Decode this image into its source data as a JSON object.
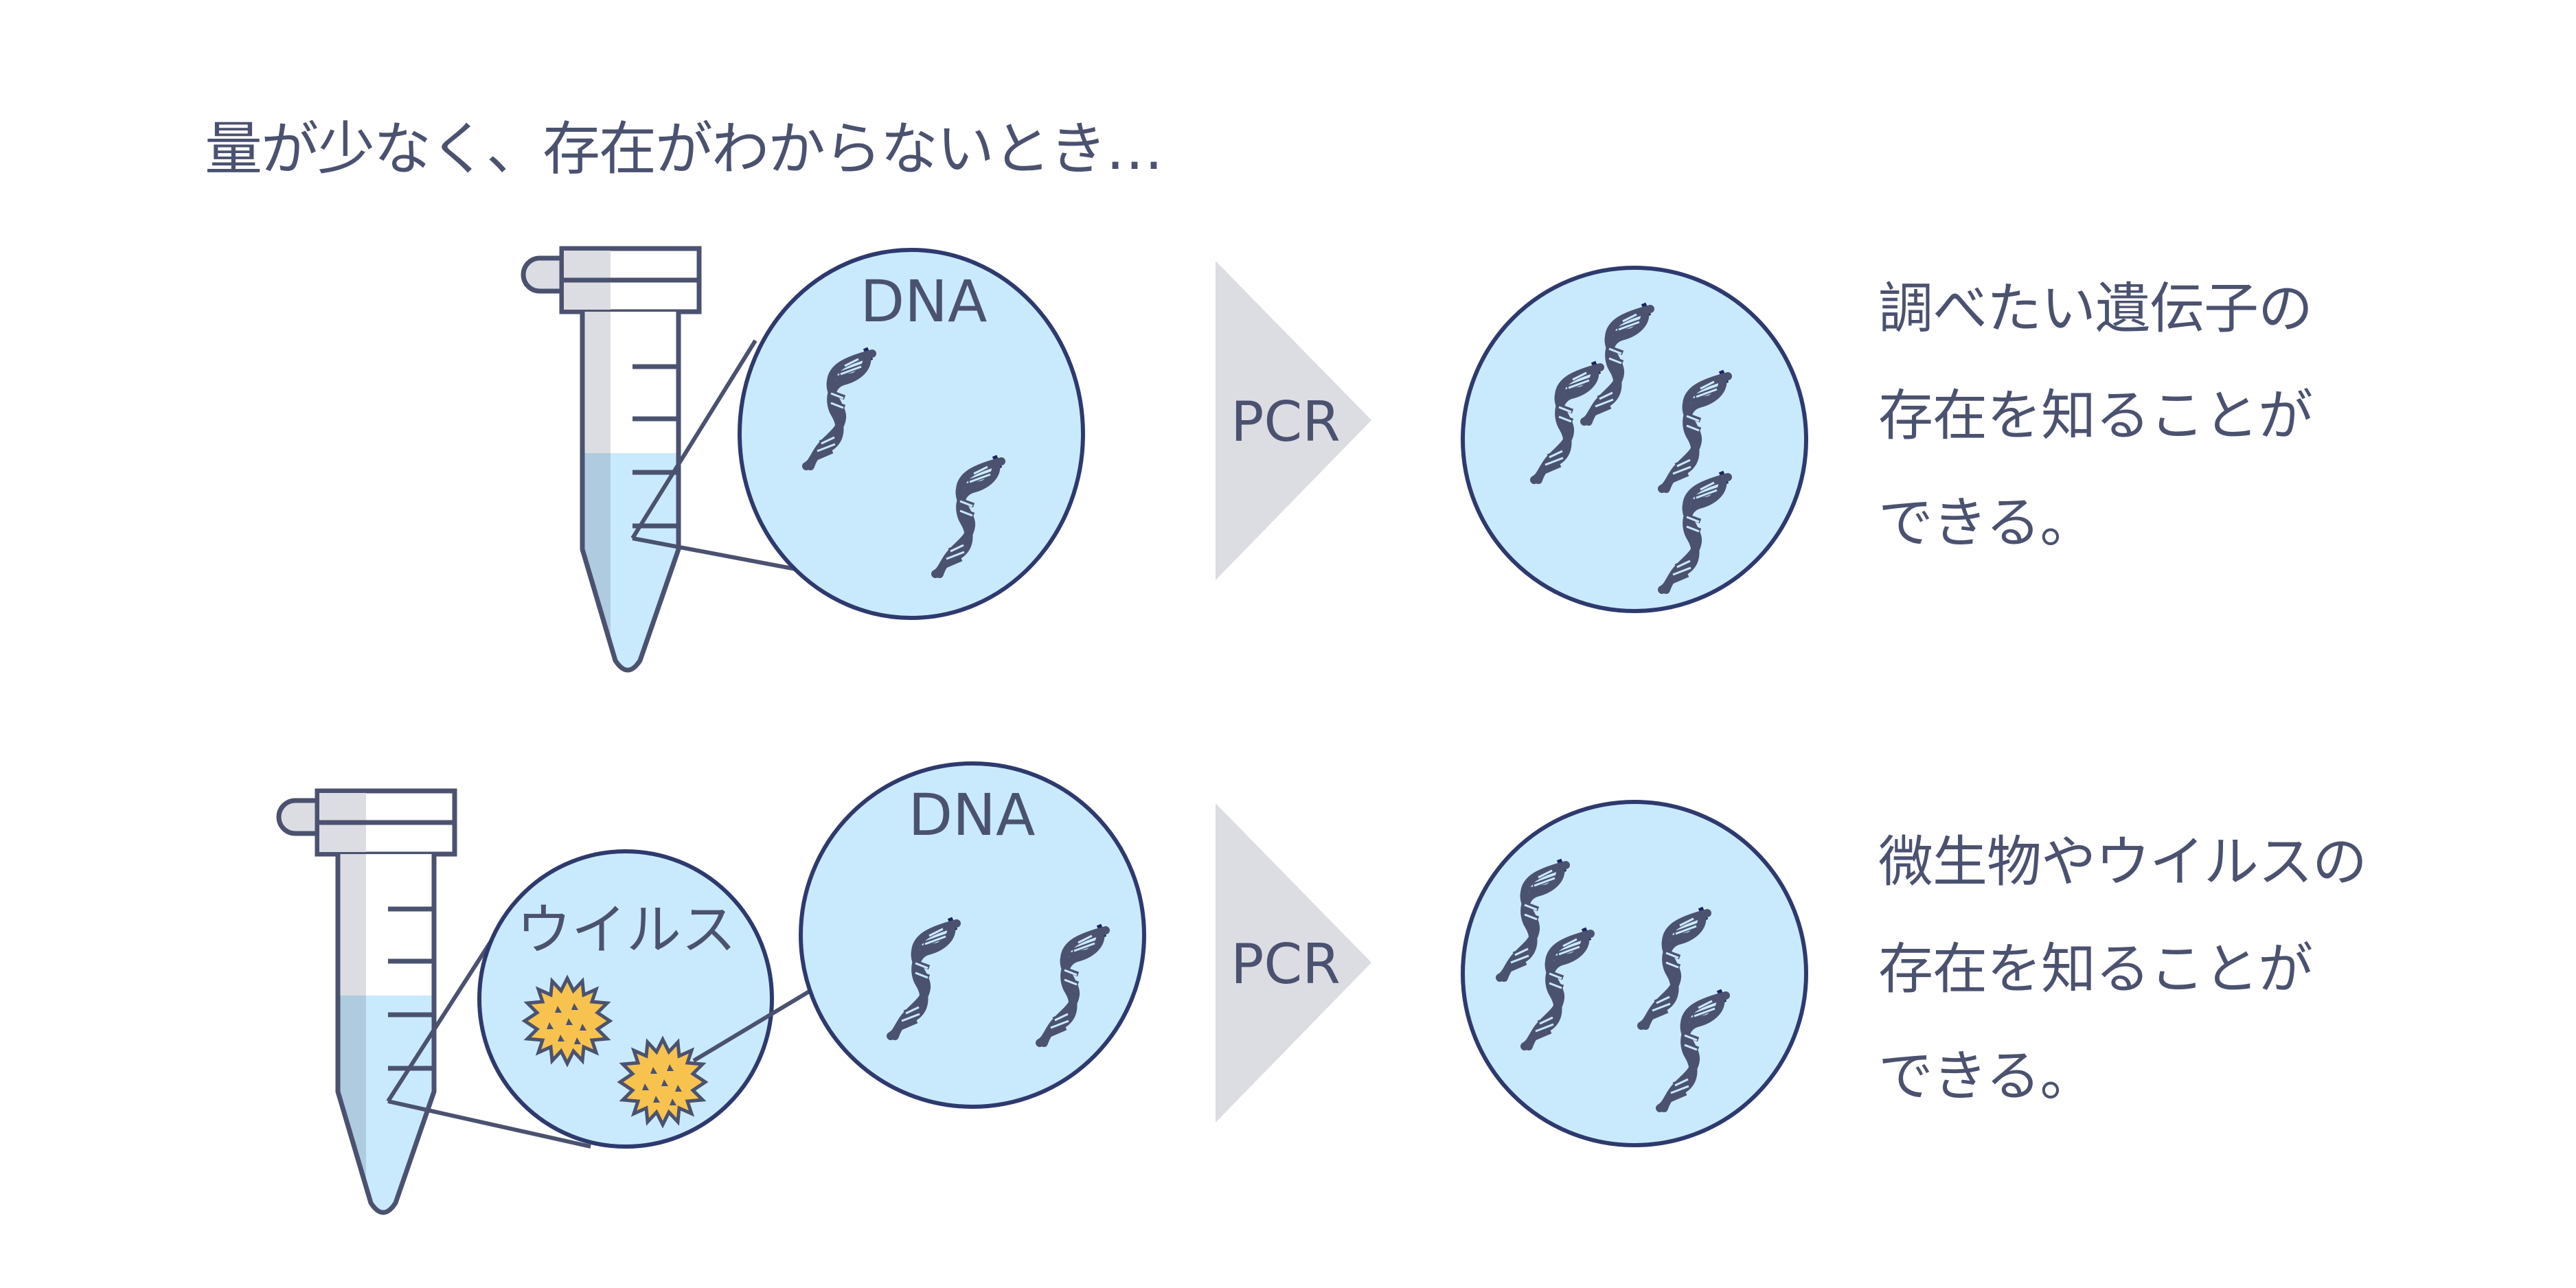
{
  "title": "量が少なく、存在がわからないとき…",
  "colors": {
    "ink": "#4b5270",
    "liquid": "#c9eafd",
    "liquid_shade": "#aecbe0",
    "tube_shade": "#dcdde3",
    "arrow": "#dcdde3",
    "circle_stroke": "#2e3a6e",
    "virus": "#f7c34e",
    "dna_dark": "#1d2466"
  },
  "rows": [
    {
      "sample_label": "DNA",
      "process_label": "PCR",
      "result_lines": [
        "調べたい遺伝子の",
        "存在を知ることが",
        "できる。"
      ],
      "icons": [
        "test-tube-icon",
        "dna-icon",
        "arrow-icon"
      ]
    },
    {
      "inset_label": "ウイルス",
      "sample_label": "DNA",
      "process_label": "PCR",
      "result_lines": [
        "微生物やウイルスの",
        "存在を知ることが",
        "できる。"
      ],
      "icons": [
        "test-tube-icon",
        "virus-icon",
        "dna-icon",
        "arrow-icon"
      ]
    }
  ]
}
